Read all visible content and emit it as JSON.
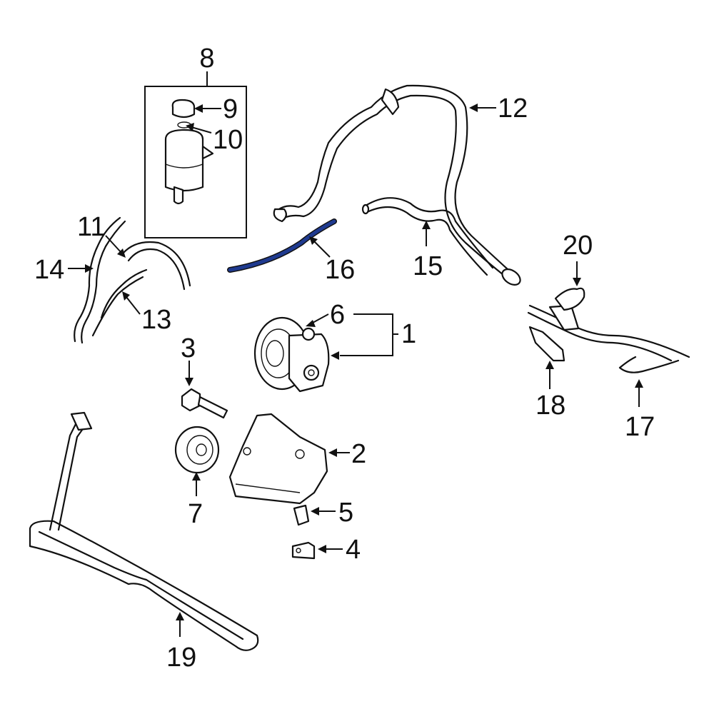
{
  "callouts": {
    "c1": "1",
    "c2": "2",
    "c3": "3",
    "c4": "4",
    "c5": "5",
    "c6": "6",
    "c7": "7",
    "c8": "8",
    "c9": "9",
    "c10": "10",
    "c11": "11",
    "c12": "12",
    "c13": "13",
    "c14": "14",
    "c15": "15",
    "c16": "16",
    "c17": "17",
    "c18": "18",
    "c19": "19",
    "c20": "20"
  },
  "highlight": {
    "callout": "16",
    "color": "#1f3a8f"
  }
}
